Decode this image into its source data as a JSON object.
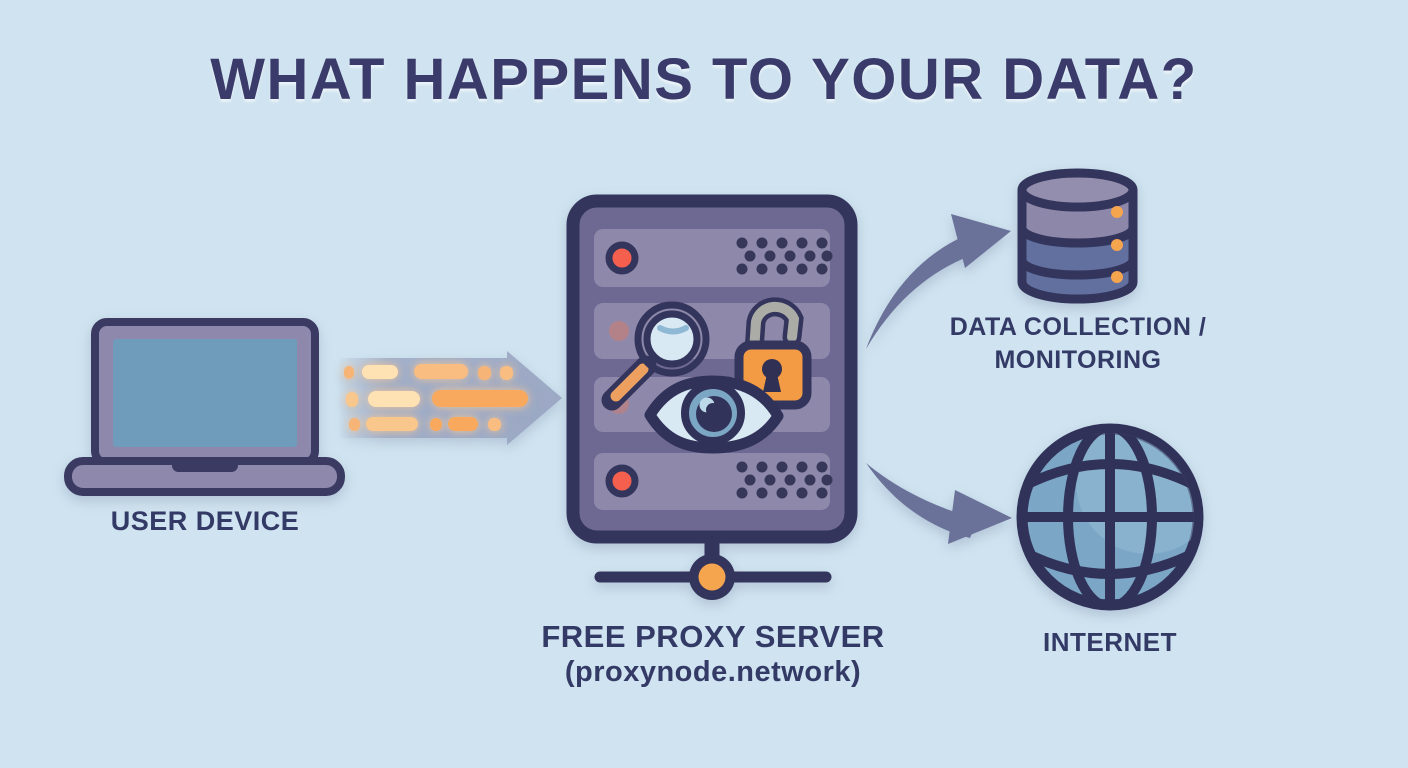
{
  "title": "WHAT HAPPENS TO YOUR DATA?",
  "nodes": {
    "user_device": {
      "label": "USER DEVICE",
      "icon": "laptop-icon"
    },
    "proxy_server": {
      "label": "FREE PROXY SERVER",
      "sublabel": "(proxynode.network)",
      "icon": "server-rack-icon",
      "overlay_icons": [
        "magnifier-icon",
        "open-padlock-icon",
        "eye-icon",
        "network-node-icon"
      ]
    },
    "data_collection": {
      "label_line1": "DATA COLLECTION /",
      "label_line2": "MONITORING",
      "icon": "database-icon"
    },
    "internet": {
      "label": "INTERNET",
      "icon": "globe-icon"
    }
  },
  "connections": [
    {
      "from": "user_device",
      "to": "proxy_server",
      "style": "data-stream-arrow"
    },
    {
      "from": "proxy_server",
      "to": "data_collection",
      "style": "curved-swoosh-arrow"
    },
    {
      "from": "proxy_server",
      "to": "internet",
      "style": "curved-swoosh-arrow"
    }
  ],
  "colors": {
    "background": "#cfe3f0",
    "outline_navy": "#34355c",
    "text_navy": "#333a66",
    "panel_purple": "#6e6992",
    "slat_purple": "#8e89ab",
    "led_red": "#f4604d",
    "lock_orange": "#f29a44",
    "node_orange": "#f5a54e",
    "laptop_screen_blue": "#6f9cba",
    "globe_blue": "#7ba6c6",
    "database_blue": "#61709f",
    "database_lavender": "#8d88a9",
    "arrow_slate": "#6b7299",
    "stream_dash_orange": "#f7b477"
  }
}
